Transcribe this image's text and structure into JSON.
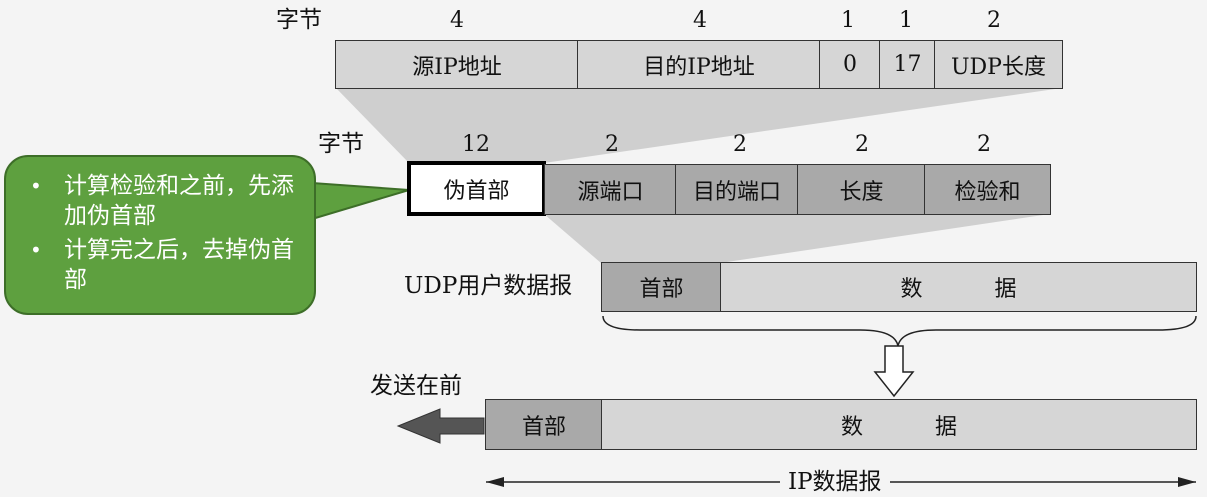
{
  "pseudo_header": {
    "row_label": "字节",
    "fields": [
      {
        "label": "源IP地址",
        "bytes": "4"
      },
      {
        "label": "目的IP地址",
        "bytes": "4"
      },
      {
        "label": "0",
        "bytes": "1"
      },
      {
        "label": "17",
        "bytes": "1"
      },
      {
        "label": "UDP长度",
        "bytes": "2"
      }
    ]
  },
  "udp_header": {
    "row_label": "字节",
    "fields": [
      {
        "label": "伪首部",
        "bytes": "12"
      },
      {
        "label": "源端口",
        "bytes": "2"
      },
      {
        "label": "目的端口",
        "bytes": "2"
      },
      {
        "label": "长度",
        "bytes": "2"
      },
      {
        "label": "检验和",
        "bytes": "2"
      }
    ]
  },
  "udp_datagram": {
    "label": "UDP用户数据报",
    "header_label": "首部",
    "data_label": "数据"
  },
  "ip_datagram": {
    "send_first_label": "发送在前",
    "header_label": "首部",
    "data_label": "数据",
    "span_label": "IP数据报"
  },
  "callout": {
    "items": [
      "计算检验和之前，先添加伪首部",
      "计算完之后，去掉伪首部"
    ]
  },
  "colors": {
    "callout_fill": "#5ea03f",
    "light_fill": "#d6d6d6",
    "mid_fill": "#a9a9a9",
    "dark_arrow": "#555555"
  }
}
